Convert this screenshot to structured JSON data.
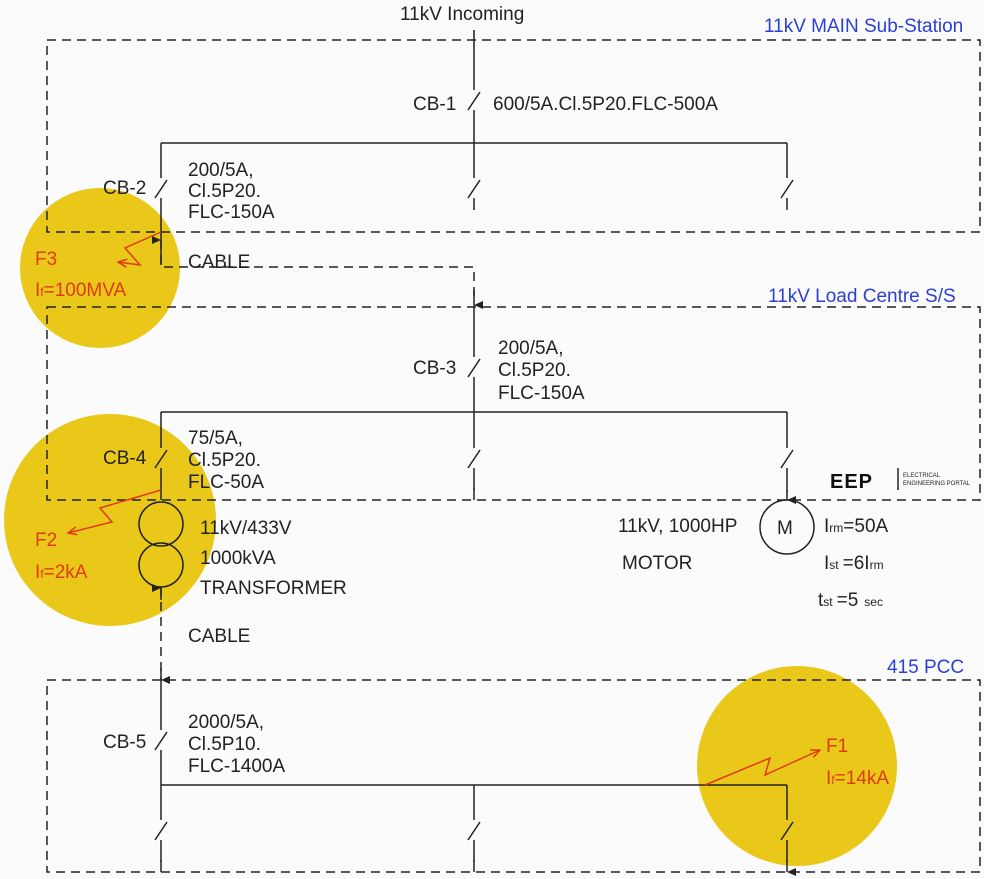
{
  "incoming_label": "11kV Incoming",
  "colors": {
    "fault_zone": "#e9c81a",
    "fault_text": "#e03a10",
    "station_title": "#2b3fd6"
  },
  "main_substation": {
    "title": "11kV MAIN Sub-Station",
    "cb1": {
      "label": "CB-1",
      "spec": "600/5A.Cl.5P20.FLC-500A"
    },
    "cb2": {
      "label": "CB-2",
      "spec": [
        "200/5A,",
        "Cl.5P20.",
        "FLC-150A"
      ]
    },
    "cable_label": "CABLE"
  },
  "load_centre": {
    "title": "11kV Load Centre S/S",
    "cb3": {
      "label": "CB-3",
      "spec": [
        "200/5A,",
        "Cl.5P20.",
        "FLC-150A"
      ]
    },
    "cb4": {
      "label": "CB-4",
      "spec": [
        "75/5A,",
        "Cl.5P20.",
        "FLC-50A"
      ]
    }
  },
  "transformer": {
    "lines": [
      "11kV/433V",
      "1000kVA",
      "TRANSFORMER"
    ],
    "cable_label": "CABLE"
  },
  "motor": {
    "symbol": "M",
    "rating": "11kV, 1000HP",
    "label": "MOTOR",
    "irm": {
      "main": "I",
      "sub": "rm",
      "value": "=50A"
    },
    "ist": {
      "main": "I",
      "sub": "st",
      "value": "=6I",
      "sub2": "rm"
    },
    "tst": {
      "main": "t",
      "sub": "st",
      "value": "=5",
      "unit": "sec"
    }
  },
  "pcc": {
    "title": "415 PCC",
    "cb5": {
      "label": "CB-5",
      "spec": [
        "2000/5A,",
        "Cl.5P10.",
        "FLC-1400A"
      ]
    }
  },
  "faults": [
    {
      "name": "F3",
      "i": "I",
      "sub": "f",
      "value": "=100MVA"
    },
    {
      "name": "F2",
      "i": "I",
      "sub": "f",
      "value": "=2kA"
    },
    {
      "name": "F1",
      "i": "I",
      "sub": "f",
      "value": "=14kA"
    }
  ],
  "logo": {
    "mark": "EEP",
    "line1": "ELECTRICAL",
    "line2": "ENGINEERING PORTAL"
  }
}
